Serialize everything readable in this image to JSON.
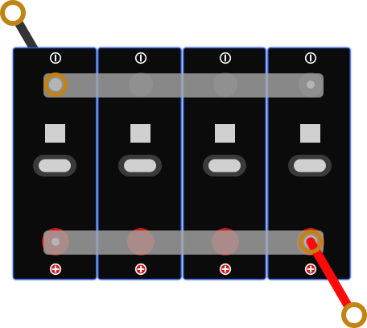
{
  "diagram": {
    "cell_count": 4,
    "cells": [
      {
        "id": "cell-1",
        "negative_symbol": "−",
        "positive_symbol": "+"
      },
      {
        "id": "cell-2",
        "negative_symbol": "−",
        "positive_symbol": "+"
      },
      {
        "id": "cell-3",
        "negative_symbol": "−",
        "positive_symbol": "+"
      },
      {
        "id": "cell-4",
        "negative_symbol": "−",
        "positive_symbol": "+"
      }
    ],
    "connection": "parallel",
    "bus_bars": [
      "negative-bus",
      "positive-bus"
    ],
    "output_leads": [
      {
        "polarity": "negative",
        "color": "#333333",
        "terminal_color": "#c08314"
      },
      {
        "polarity": "positive",
        "color": "#ff0a0a",
        "terminal_color": "#c08314"
      }
    ],
    "colors": {
      "cell_body": "#0b0b0b",
      "cell_outline": "#2f5bd3",
      "bus_bar": "#a3a3a3",
      "positive_marker": "#cc1a1a",
      "vent": "#d0d0d0"
    }
  }
}
